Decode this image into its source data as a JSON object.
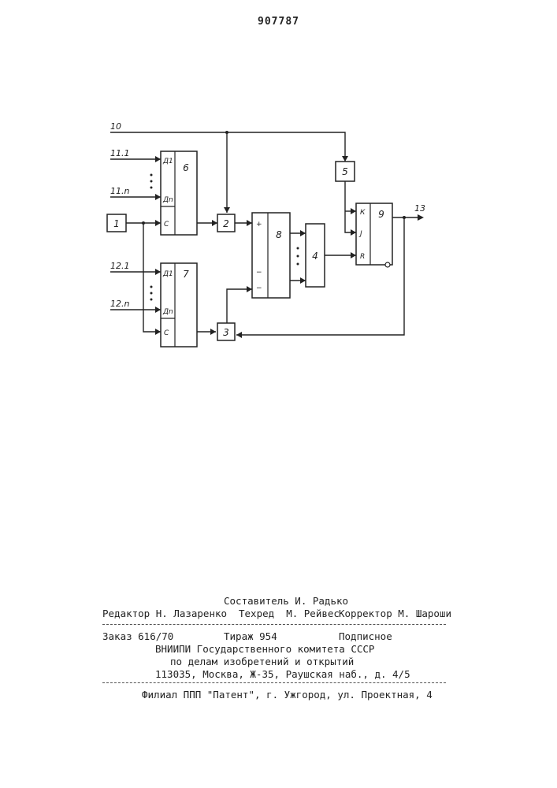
{
  "page_number": "907787",
  "diagram": {
    "inputs": {
      "in10": "10",
      "in11_1": "11.1",
      "in11_n": "11.n",
      "in12_1": "12.1",
      "in12_n": "12.n",
      "out13": "13"
    },
    "blocks": {
      "b1": "1",
      "b2": "2",
      "b3": "3",
      "b4": "4",
      "b5": "5",
      "b6": "6",
      "b7": "7",
      "b8": "8",
      "b9": "9"
    },
    "ports": {
      "d1": "Д1",
      "dn": "Дn",
      "c": "C",
      "plus": "+",
      "minus": "−",
      "k": "К",
      "j": "J",
      "r": "R"
    }
  },
  "footer": {
    "composer": "Составитель И. Радько",
    "editor": "Редактор Н. Лазаренко",
    "techred": "Техред  М. Рейвес",
    "corrector": "Корректор М. Шароши",
    "order": "Заказ 616/70",
    "circulation": "Тираж 954",
    "subscription": "Подписное",
    "org1": "ВНИИПИ Государственного комитета СССР",
    "org2": "по делам изобретений и открытий",
    "address": "113035, Москва, Ж-35, Раушская наб., д. 4/5",
    "branch": "Филиал ППП \"Патент\", г. Ужгород, ул. Проектная, 4"
  }
}
